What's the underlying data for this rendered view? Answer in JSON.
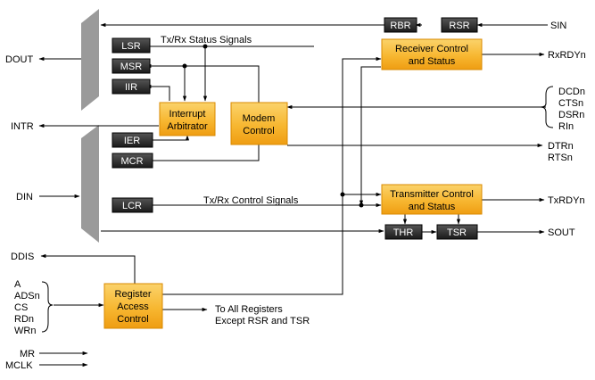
{
  "registers": {
    "lsr": "LSR",
    "msr": "MSR",
    "iir": "IIR",
    "ier": "IER",
    "mcr": "MCR",
    "lcr": "LCR",
    "rbr": "RBR",
    "rsr": "RSR",
    "thr": "THR",
    "tsr": "TSR"
  },
  "blocks": {
    "interrupt_arbitrator": [
      "Interrupt",
      "Arbitrator"
    ],
    "modem_control": [
      "Modem",
      "Control"
    ],
    "receiver_control": [
      "Receiver Control",
      "and Status"
    ],
    "transmitter_control": [
      "Transmitter Control",
      "and Status"
    ],
    "register_access_control": [
      "Register",
      "Access",
      "Control"
    ]
  },
  "signals": {
    "dout": "DOUT",
    "intr": "INTR",
    "din": "DIN",
    "ddis": "DDIS",
    "sin": "SIN",
    "rxrdyn": "RxRDYn",
    "txrdyn": "TxRDYn",
    "sout": "SOUT",
    "dcdn": "DCDn",
    "ctsn": "CTSn",
    "dsrn": "DSRn",
    "rin": "RIn",
    "dtrn": "DTRn",
    "rtsn": "RTSn",
    "a": "A",
    "adsn": "ADSn",
    "cs": "CS",
    "rdn": "RDn",
    "wrn": "WRn",
    "mr": "MR",
    "mclk": "MCLK"
  },
  "annotations": {
    "status_signals": "Tx/Rx Status Signals",
    "control_signals": "Tx/Rx Control Signals",
    "to_all_registers": [
      "To All Registers",
      "Except RSR and TSR"
    ]
  },
  "colors": {
    "block_fill": "#f7b731",
    "block_stroke": "#d98a00",
    "register_fill": "#2b2b2b",
    "mux_fill": "#9a9a9a"
  }
}
